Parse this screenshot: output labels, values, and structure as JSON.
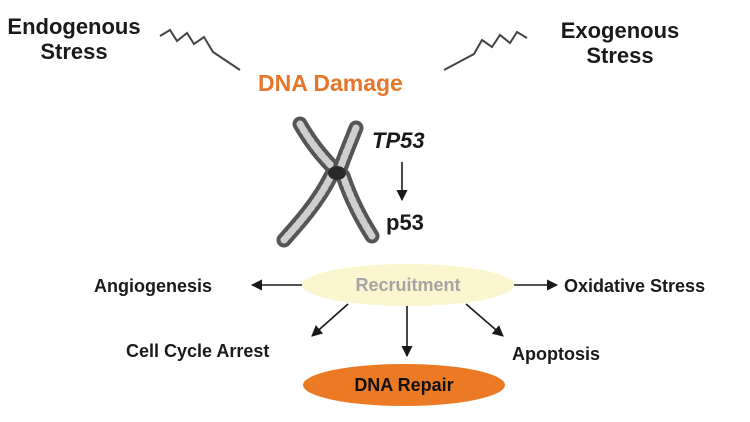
{
  "colors": {
    "accent_orange": "#ec7a24",
    "damage_text": "#e5762a",
    "recruitment_fill": "#fbf6cf",
    "recruitment_text": "#a5a5a5",
    "text": "#1a1a1a"
  },
  "nodes": {
    "endogenous_stress": {
      "line1": "Endogenous",
      "line2": "Stress"
    },
    "exogenous_stress": {
      "line1": "Exogenous",
      "line2": "Stress"
    },
    "dna_damage": "DNA Damage",
    "gene": "TP53",
    "protein": "p53",
    "recruitment": "Recruitment",
    "outcomes": {
      "angiogenesis": "Angiogenesis",
      "oxidative_stress": "Oxidative Stress",
      "cell_cycle_arrest": "Cell Cycle Arrest",
      "apoptosis": "Apoptosis",
      "dna_repair": "DNA Repair"
    }
  },
  "icons": [
    "lightning-bolt-icon",
    "chromosome-icon",
    "arrow-icon"
  ]
}
